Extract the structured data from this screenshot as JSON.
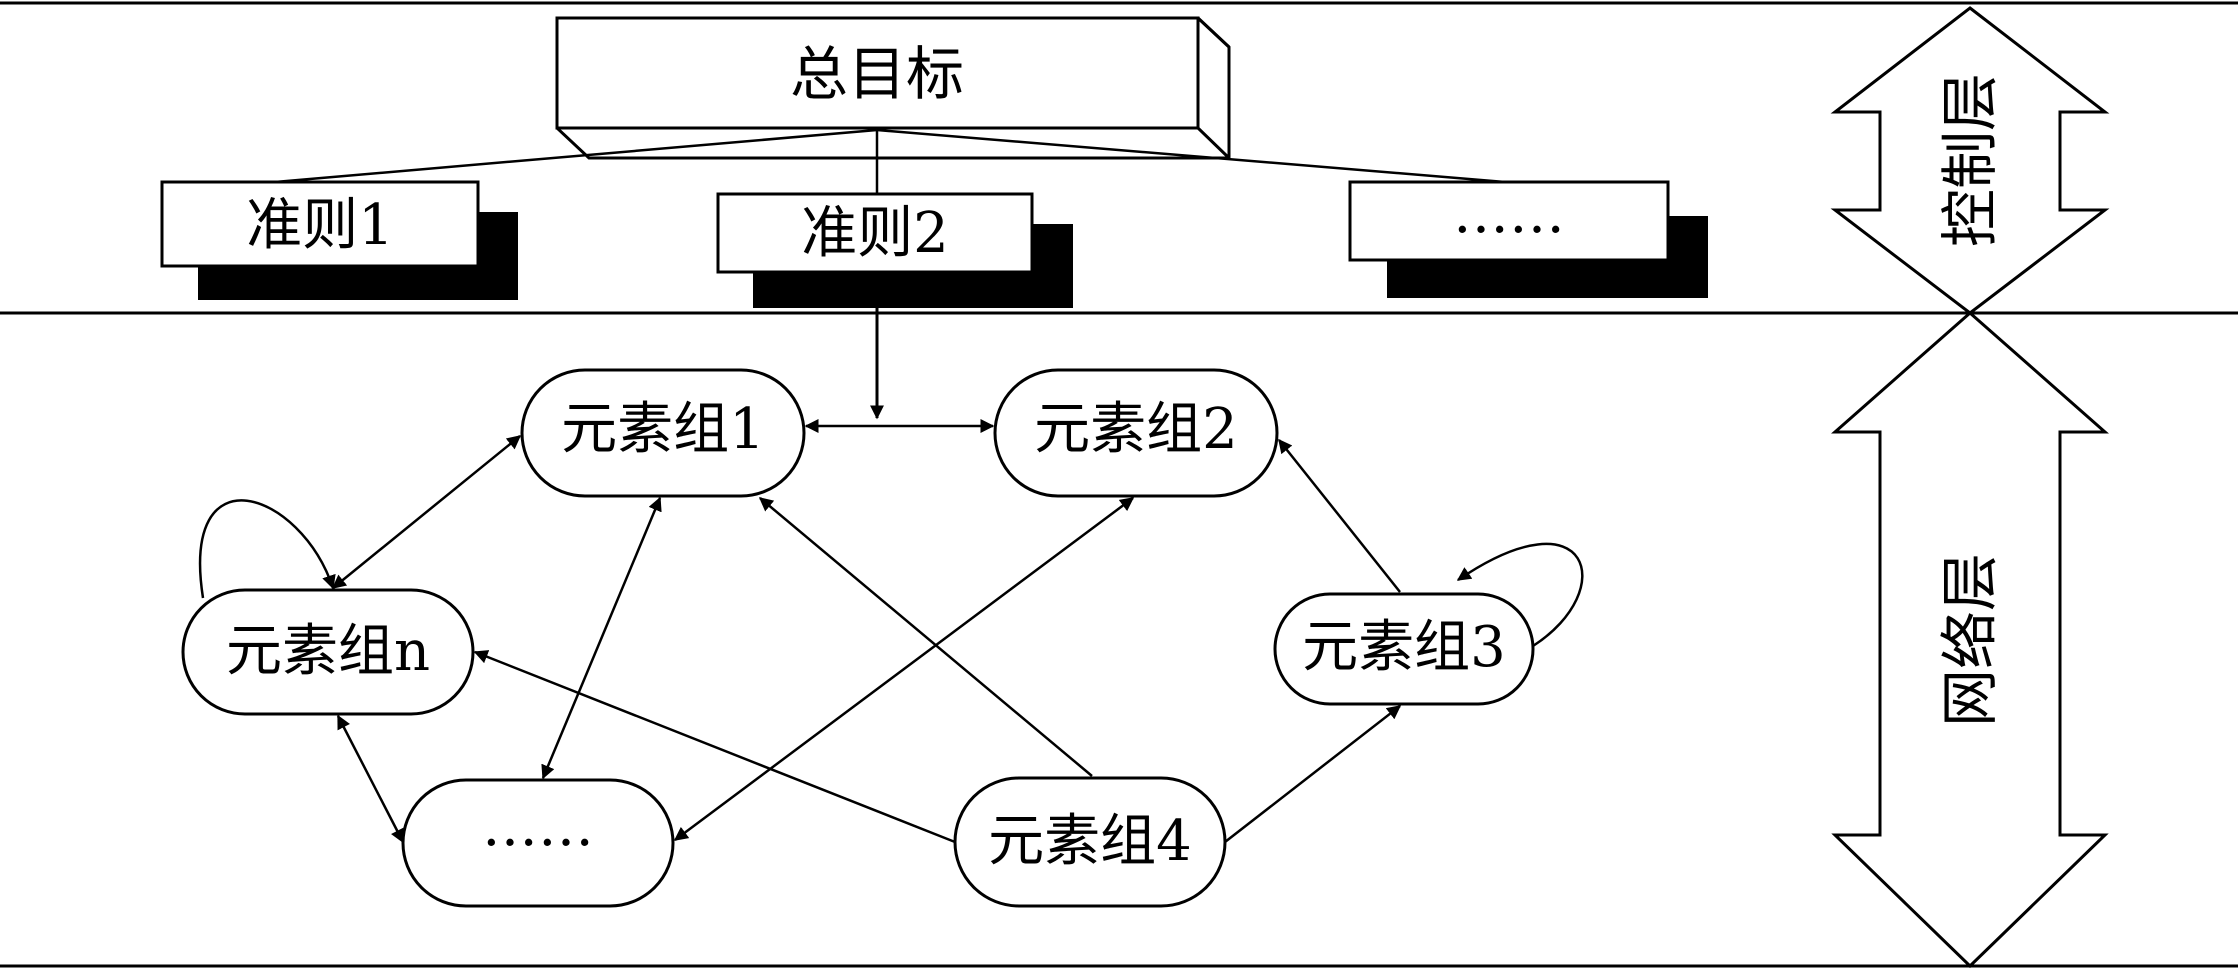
{
  "goal": {
    "label": "总目标"
  },
  "criteria": [
    {
      "id": "c1",
      "label": "准则1"
    },
    {
      "id": "c2",
      "label": "准则2"
    },
    {
      "id": "c3",
      "label": "……"
    }
  ],
  "elements": [
    {
      "id": "g1",
      "label": "元素组1"
    },
    {
      "id": "g2",
      "label": "元素组2"
    },
    {
      "id": "g3",
      "label": "元素组3"
    },
    {
      "id": "g4",
      "label": "元素组4"
    },
    {
      "id": "gn",
      "label": "元素组n"
    },
    {
      "id": "gdots",
      "label": "……"
    }
  ],
  "layers": {
    "control": "控制层",
    "network": "网络层"
  },
  "colors": {
    "line": "#000000",
    "shadow": "#000000",
    "fill": "#ffffff"
  }
}
